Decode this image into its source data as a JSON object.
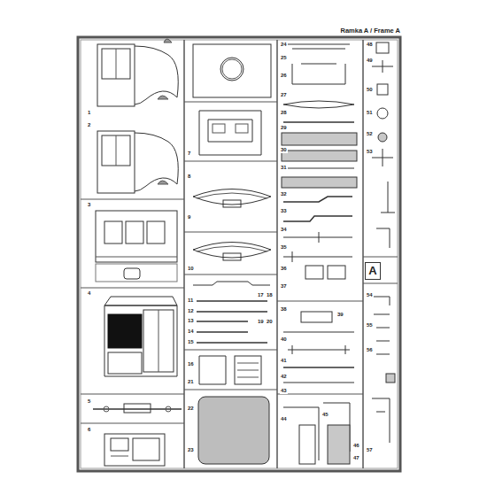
{
  "diagram": {
    "title": "Ramka A / Frame A",
    "nodes": [
      {
        "text": [
          "A"
        ]
      }
    ],
    "labels": [
      "1",
      "2",
      "3",
      "4",
      "5",
      "6",
      "7",
      "8",
      "9",
      "10",
      "11",
      "12",
      "13",
      "14",
      "15",
      "16",
      "17",
      "18",
      "19",
      "20",
      "21",
      "22",
      "23",
      "24",
      "25",
      "26",
      "27",
      "28",
      "29",
      "30",
      "31",
      "32",
      "33",
      "34",
      "35",
      "36",
      "37",
      "38",
      "39",
      "40",
      "41",
      "42",
      "43",
      "44",
      "45",
      "46",
      "47",
      "48",
      "49",
      "50",
      "51",
      "52",
      "53",
      "54",
      "55",
      "56",
      "57"
    ]
  }
}
